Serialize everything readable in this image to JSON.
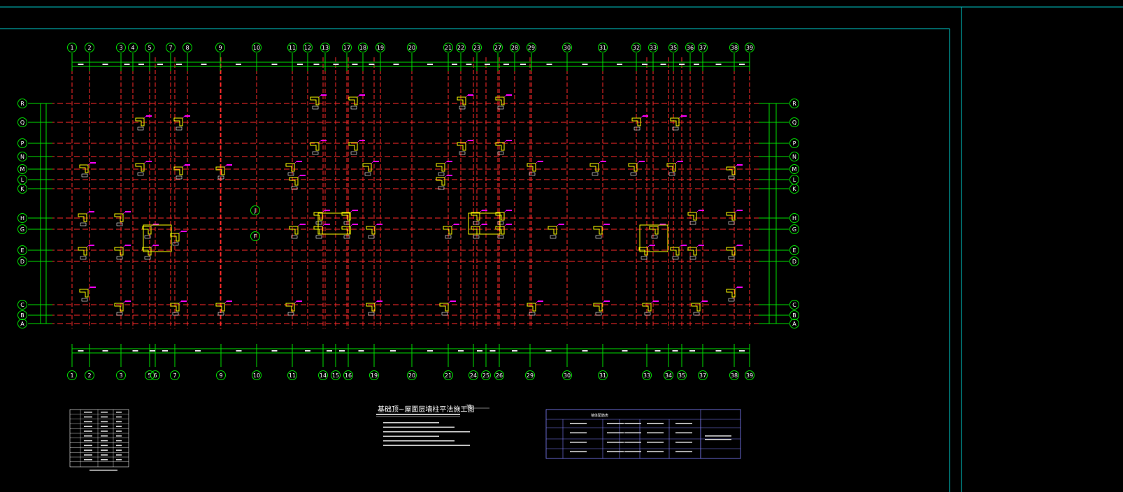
{
  "drawing": {
    "title": "基础顶~屋面层墙柱平法施工图",
    "axes_top": [
      "1",
      "2",
      "3",
      "4",
      "5",
      "7",
      "8",
      "9",
      "10",
      "11",
      "12",
      "13",
      "17",
      "18",
      "19",
      "20",
      "21",
      "22",
      "23",
      "27",
      "28",
      "29",
      "30",
      "31",
      "32",
      "33",
      "35",
      "36",
      "37",
      "38",
      "39"
    ],
    "axes_bottom": [
      "1",
      "2",
      "3",
      "5",
      "6",
      "7",
      "9",
      "10",
      "11",
      "14",
      "15",
      "16",
      "19",
      "20",
      "21",
      "24",
      "25",
      "26",
      "29",
      "30",
      "31",
      "33",
      "34",
      "35",
      "37",
      "38",
      "39"
    ],
    "axes_left": [
      "R",
      "Q",
      "P",
      "N",
      "M",
      "L",
      "K",
      "H",
      "G",
      "E",
      "D",
      "C",
      "B",
      "A"
    ],
    "axes_right": [
      "R",
      "Q",
      "P",
      "N",
      "M",
      "L",
      "K",
      "H",
      "G",
      "E",
      "D",
      "C",
      "B",
      "A"
    ],
    "axes_inner": [
      "J",
      "F"
    ],
    "column_table_header": "墙体配筋表"
  },
  "colors": {
    "background": "#000000",
    "frame": "#00c8c8",
    "axis_grid": "#ff2a2a",
    "dimension": "#00e000",
    "wall": "#ffff00",
    "label": "#ff00ff",
    "text": "#ffffff",
    "table": "#8080ff"
  }
}
